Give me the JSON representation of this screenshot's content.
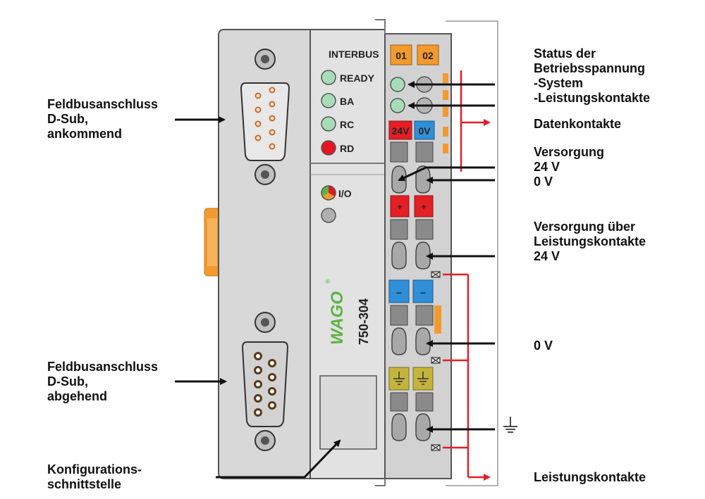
{
  "labels": {
    "feldbus_in": [
      "Feldbusanschluss",
      "D-Sub,",
      "ankommend"
    ],
    "feldbus_out": [
      "Feldbusanschluss",
      "D-Sub,",
      "abgehend"
    ],
    "config": [
      "Konfigurations-",
      "schnittstelle"
    ],
    "status": [
      "Status der",
      "Betriebsspannung",
      "-System",
      "-Leistungskontakte"
    ],
    "daten": "Datenkontakte",
    "versorgung": [
      "Versorgung",
      "24 V",
      "0 V"
    ],
    "versorgung_lk": [
      "Versorgung über",
      "Leistungskontakte",
      "24 V"
    ],
    "zero_v": "0 V",
    "leistung": "Leistungskontakte"
  },
  "device": {
    "bus_name": "INTERBUS",
    "leds": [
      "READY",
      "BA",
      "RC",
      "RD"
    ],
    "io_label": "I/O",
    "model": "750-304",
    "brand": "WAGO",
    "registered": "®",
    "channels": [
      "01",
      "02"
    ],
    "v24": "24V",
    "v0": "0V",
    "plus": "+",
    "minus": "–"
  },
  "colors": {
    "led_green": "#a8dcb8",
    "led_red": "#e8141e",
    "orange": "#f39a2e",
    "red": "#e41f26",
    "blue": "#2f8fd7",
    "ground_yellow": "#c4b43c",
    "wago_green": "#5db345"
  }
}
